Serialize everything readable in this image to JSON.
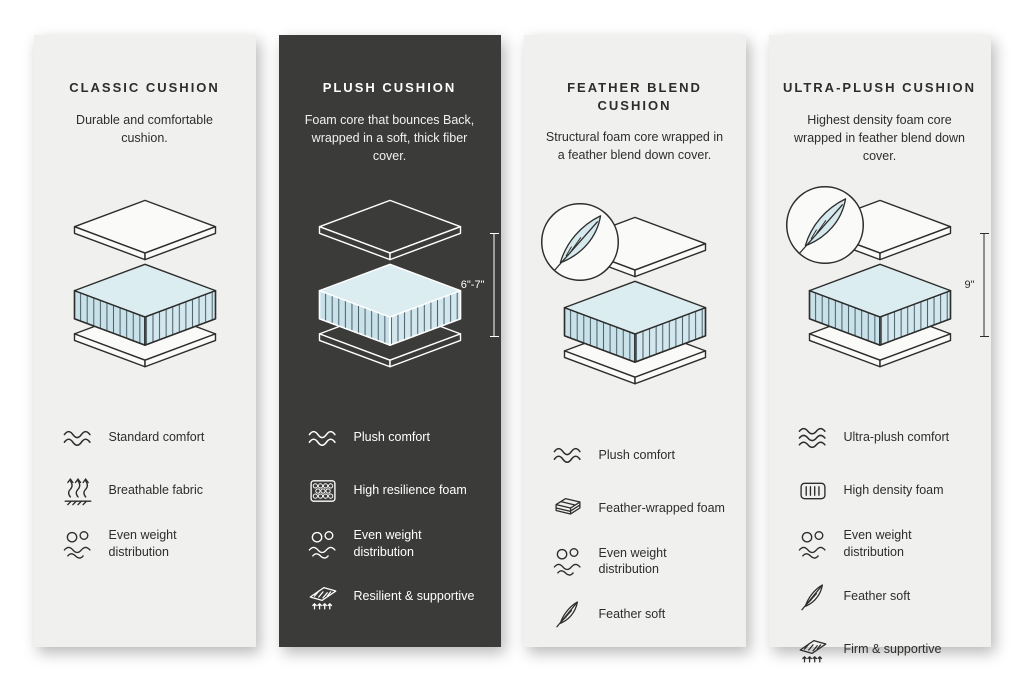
{
  "page": {
    "background": "#ffffff"
  },
  "colors": {
    "card_light": "#f0f0ee",
    "card_dark": "#3b3b39",
    "text_dark": "#2d2d2b",
    "text_light": "#ffffff",
    "foam_top": "#dcedf2",
    "foam_side": "#cbe2ea",
    "hatch": "#4a5f68"
  },
  "cards": [
    {
      "title": "CLASSIC CUSHION",
      "description": "Durable and comfortable cushion.",
      "theme": "light",
      "features": [
        {
          "icon": "waves-icon",
          "label": "Standard comfort"
        },
        {
          "icon": "breathable-icon",
          "label": "Breathable fabric"
        },
        {
          "icon": "even-weight-icon",
          "label": "Even weight distribution"
        }
      ]
    },
    {
      "title": "PLUSH CUSHION",
      "description": "Foam core that bounces Back, wrapped in a soft, thick fiber cover.",
      "theme": "dark",
      "measurement": "6\"-7\"",
      "features": [
        {
          "icon": "waves-icon",
          "label": "Plush comfort"
        },
        {
          "icon": "honeycomb-foam-icon",
          "label": "High resilience foam"
        },
        {
          "icon": "even-weight-icon",
          "label": "Even weight distribution"
        },
        {
          "icon": "resilient-supportive-icon",
          "label": "Resilient & supportive"
        }
      ]
    },
    {
      "title": "FEATHER BLEND CUSHION",
      "description": "Structural foam core wrapped in a feather blend down cover.",
      "theme": "light",
      "feather_badge": true,
      "features": [
        {
          "icon": "waves-icon",
          "label": "Plush comfort"
        },
        {
          "icon": "feather-foam-icon",
          "label": "Feather-wrapped foam"
        },
        {
          "icon": "even-weight-icon",
          "label": "Even weight distribution"
        },
        {
          "icon": "feather-icon",
          "label": "Feather soft"
        }
      ]
    },
    {
      "title": "ULTRA-PLUSH CUSHION",
      "description": "Highest density foam core wrapped in feather blend down cover.",
      "theme": "light",
      "feather_badge": true,
      "measurement": "9\"",
      "features": [
        {
          "icon": "waves3-icon",
          "label": "Ultra-plush comfort"
        },
        {
          "icon": "high-density-foam-icon",
          "label": "High density foam"
        },
        {
          "icon": "even-weight-icon",
          "label": "Even weight distribution"
        },
        {
          "icon": "feather-icon",
          "label": "Feather soft"
        },
        {
          "icon": "firm-supportive-icon",
          "label": "Firm & supportive"
        }
      ]
    }
  ]
}
